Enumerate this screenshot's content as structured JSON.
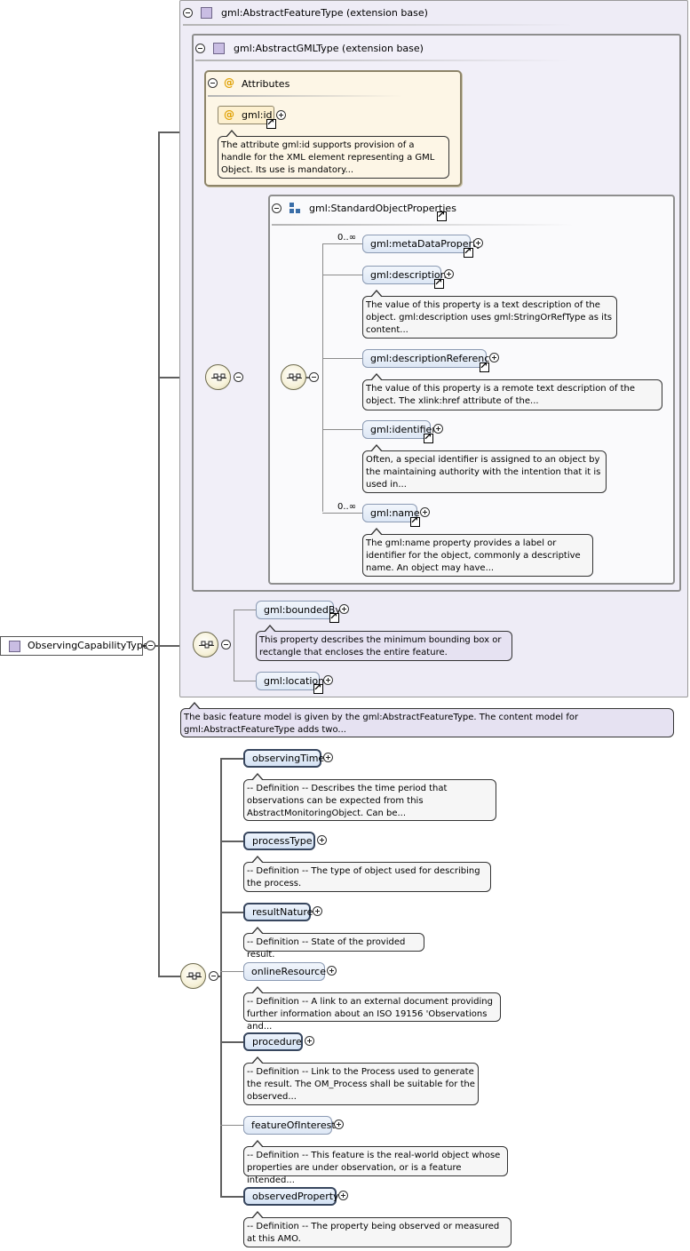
{
  "root": {
    "label": "ObservingCapabilityType"
  },
  "abstract_feature": {
    "title": "gml:AbstractFeatureType (extension base)",
    "doc": "The basic feature model is given by the gml:AbstractFeatureType. The content model for gml:AbstractFeatureType adds two..."
  },
  "abstract_gml": {
    "title": "gml:AbstractGMLType (extension base)"
  },
  "attributes": {
    "title": "Attributes",
    "id_label": "gml:id",
    "id_doc": "The attribute gml:id supports provision of a handle for the XML element representing a GML Object. Its use is mandatory..."
  },
  "std_props": {
    "title": "gml:StandardObjectProperties",
    "items": [
      {
        "label": "gml:metaDataProperty",
        "card": "0..∞",
        "doc": ""
      },
      {
        "label": "gml:description",
        "card": "",
        "doc": "The value of this property is a text description of the object. gml:description uses gml:StringOrRefType as its content..."
      },
      {
        "label": "gml:descriptionReference",
        "card": "",
        "doc": "The value of this property is a remote text description of the object. The xlink:href attribute of the..."
      },
      {
        "label": "gml:identifier",
        "card": "",
        "doc": "Often, a special identifier is assigned to an object by the maintaining authority with the intention that it is used in..."
      },
      {
        "label": "gml:name",
        "card": "0..∞",
        "doc": "The gml:name property provides a label or identifier for the object, commonly a descriptive name. An object may have..."
      }
    ]
  },
  "feature_props": {
    "bounded_by": "gml:boundedBy",
    "bounded_by_doc": "This property describes the minimum bounding box or rectangle that encloses the entire feature.",
    "location": "gml:location"
  },
  "elements": [
    {
      "label": "observingTime",
      "doc": "-- Definition -- Describes the time period that observations can be expected from this AbstractMonitoringObject. Can be..."
    },
    {
      "label": "processType",
      "doc": "-- Definition -- The type of object used for describing the process."
    },
    {
      "label": "resultNature",
      "doc": "-- Definition -- State of the provided result."
    },
    {
      "label": "onlineResource",
      "doc": "-- Definition -- A link to an external document providing further information about an ISO 19156 'Observations and..."
    },
    {
      "label": "procedure",
      "doc": "-- Definition -- Link to the Process used to generate the result. The OM_Process shall be suitable for the observed..."
    },
    {
      "label": "featureOfInterest",
      "doc": "-- Definition -- This feature is the real-world object whose properties are under observation, or is a feature intended..."
    },
    {
      "label": "observedProperty",
      "doc": "-- Definition -- The property being observed or measured at this AMO."
    }
  ],
  "colors": {
    "complex_type": "#c9bde3",
    "element_fill": "#dbe6f6",
    "doc_fill": "#f6f6f6",
    "attr_fill": "#fdf6e6"
  },
  "icons": [
    "minus-icon",
    "plus-icon",
    "link-arrow-icon",
    "sequence-icon",
    "complex-type-icon",
    "attribute-icon",
    "group-icon"
  ]
}
